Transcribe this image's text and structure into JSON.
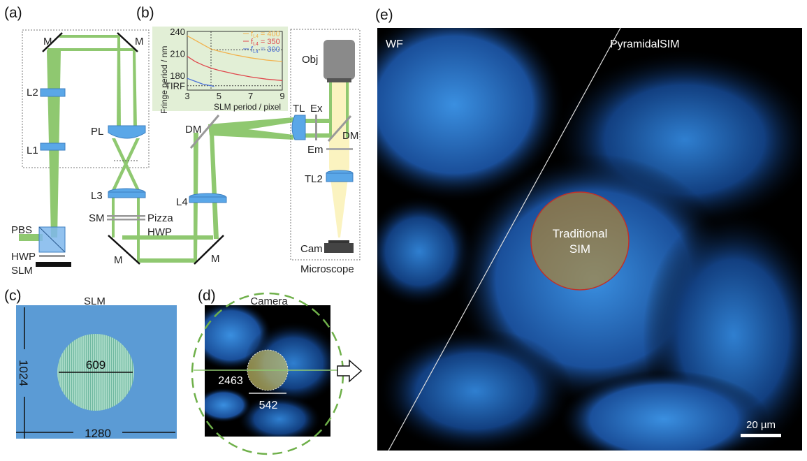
{
  "panels": {
    "a": "(a)",
    "b": "(b)",
    "c": "(c)",
    "d": "(d)",
    "e": "(e)"
  },
  "setup_labels": {
    "mirror": "M",
    "L1": "L1",
    "L2": "L2",
    "L3": "L3",
    "L4": "L4",
    "PL": "PL",
    "SM": "SM",
    "pizza": "Pizza",
    "hwp": "HWP",
    "pbs": "PBS",
    "slm": "SLM",
    "DM": "DM",
    "TL": "TL",
    "Ex": "Ex",
    "Em": "Em",
    "TL2": "TL2",
    "Obj": "Obj",
    "Cam": "Cam",
    "microscope": "Microscope"
  },
  "slm_panel": {
    "title": "SLM",
    "diameter": "609",
    "height": "1024",
    "width": "1280"
  },
  "camera_panel": {
    "title": "Camera",
    "outer": "2463",
    "inner": "542"
  },
  "image_panel": {
    "left_label": "WF",
    "right_label": "PyramidalSIM",
    "circle_label_1": "Traditional",
    "circle_label_2": "SIM",
    "scale_bar": "20 µm"
  },
  "chart_data": {
    "type": "line",
    "xlabel": "SLM period / pixel",
    "ylabel": "Fringe period / nm",
    "xlim": [
      3,
      9
    ],
    "ylim": [
      160,
      240
    ],
    "xticks": [
      "3",
      "5",
      "7",
      "9"
    ],
    "yticks": [
      "240",
      "210",
      "180",
      "TIRF"
    ],
    "ytick_values": [
      240,
      210,
      180,
      166
    ],
    "ref_lines": {
      "x": 4.5,
      "y": 215,
      "tirf": 166
    },
    "legend_position": "top-right",
    "series": [
      {
        "name": "f_L4 = 400",
        "sub_base": "f",
        "sub": "L4",
        "suffix": " = 400",
        "color": "#f2b14c",
        "x": [
          3,
          3.5,
          4,
          4.5,
          5,
          6,
          7,
          8,
          9
        ],
        "y": [
          234,
          228,
          222,
          216,
          213,
          208,
          204,
          201,
          199
        ]
      },
      {
        "name": "f_L4 = 350",
        "sub_base": "f",
        "sub": "L4",
        "suffix": " = 350",
        "color": "#e0474c",
        "x": [
          3,
          3.5,
          4,
          4.5,
          5,
          6,
          7,
          8,
          9
        ],
        "y": [
          206,
          199,
          194,
          190,
          187,
          182,
          178,
          175,
          173
        ]
      },
      {
        "name": "f_L4 = 300",
        "sub_base": "f",
        "sub": "L4",
        "suffix": " = 300",
        "color": "#4a6fd8",
        "x": [
          3,
          3.5,
          4,
          4.5,
          4.7
        ],
        "y": [
          176,
          172,
          168,
          166,
          165
        ]
      }
    ]
  },
  "colors": {
    "beam": "#8fc870",
    "lens": "#5aa7e8",
    "slm_bg": "#5b9bd5",
    "chart_bg": "#e2efd6",
    "emission": "#fbf3c0"
  }
}
